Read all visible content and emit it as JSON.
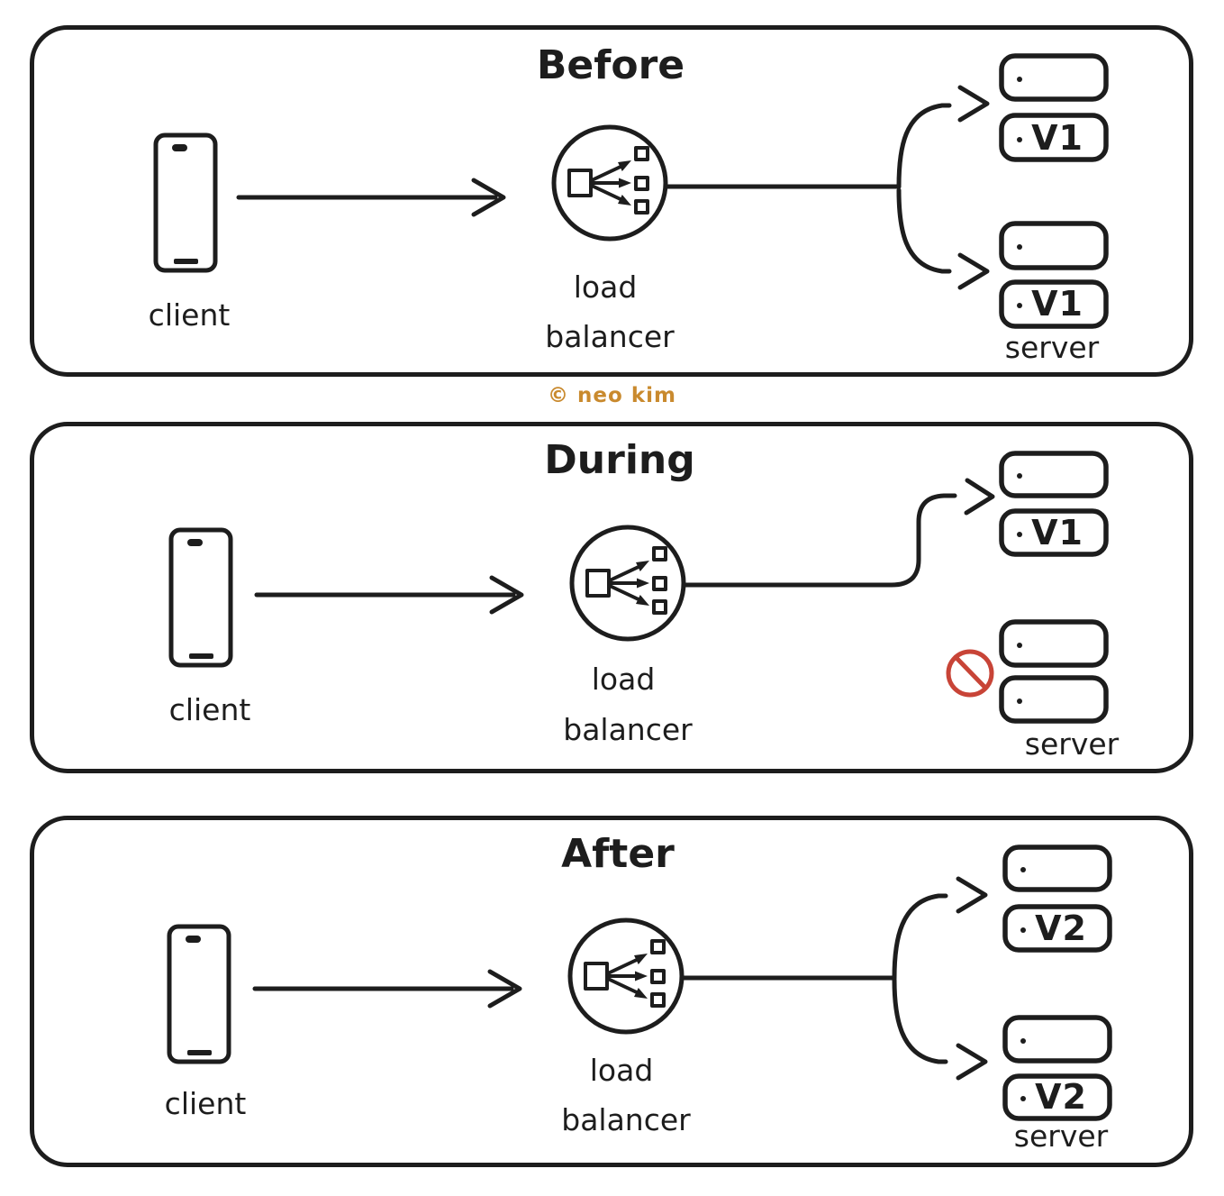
{
  "copyright": "© neo kim",
  "colors": {
    "ink": "#1d1d1d",
    "v1_red": "#c23c2c",
    "v2_green": "#33a852",
    "blocked_red": "#c84437",
    "copyright_orange": "#c98a2e"
  },
  "panels": [
    {
      "title": "Before",
      "client_label": "client",
      "load_label_1": "load",
      "load_label_2": "balancer",
      "server_label": "server",
      "servers": [
        {
          "label": "",
          "color": "#1d1d1d"
        },
        {
          "label": "V1",
          "color": "#c23c2c"
        },
        {
          "label": "",
          "color": "#1d1d1d"
        },
        {
          "label": "V1",
          "color": "#c23c2c"
        }
      ]
    },
    {
      "title": "During",
      "client_label": "client",
      "load_label_1": "load",
      "load_label_2": "balancer",
      "server_label": "server",
      "servers": [
        {
          "label": "",
          "color": "#1d1d1d"
        },
        {
          "label": "V1",
          "color": "#c23c2c"
        },
        {
          "label": "",
          "color": "#1d1d1d"
        },
        {
          "label": "",
          "color": "#1d1d1d"
        }
      ]
    },
    {
      "title": "After",
      "client_label": "client",
      "load_label_1": "load",
      "load_label_2": "balancer",
      "server_label": "server",
      "servers": [
        {
          "label": "",
          "color": "#1d1d1d"
        },
        {
          "label": "V2",
          "color": "#33a852"
        },
        {
          "label": "",
          "color": "#1d1d1d"
        },
        {
          "label": "V2",
          "color": "#33a852"
        }
      ]
    }
  ]
}
